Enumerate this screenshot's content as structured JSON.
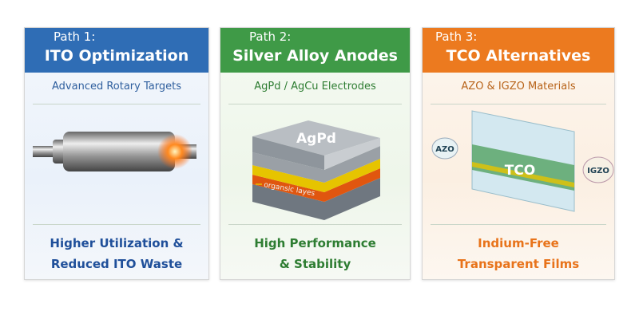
{
  "cards": [
    {
      "path": "Path 1:",
      "title": "ITO Optimization",
      "subtitle": "Advanced Rotary Targets",
      "result_line1": "Higher Utilization &",
      "result_line2": "Reduced ITO Waste",
      "color": "#2f6db5"
    },
    {
      "path": "Path 2:",
      "title": "Silver Alloy Anodes",
      "subtitle": "AgPd / AgCu Electrodes",
      "stack_label": "AgPd",
      "layer_label": "organsic layes",
      "result_line1": "High Performance",
      "result_line2": "& Stability",
      "color": "#3f9a47"
    },
    {
      "path": "Path 3:",
      "title": "TCO Alternatives",
      "subtitle": "AZO & IGZO Materials",
      "film_label": "TCO",
      "left_bubble": "AZO",
      "right_bubble": "IGZO",
      "result_line1": "Indium-Free",
      "result_line2": "Transparent Films",
      "color": "#ec7a1f"
    }
  ]
}
